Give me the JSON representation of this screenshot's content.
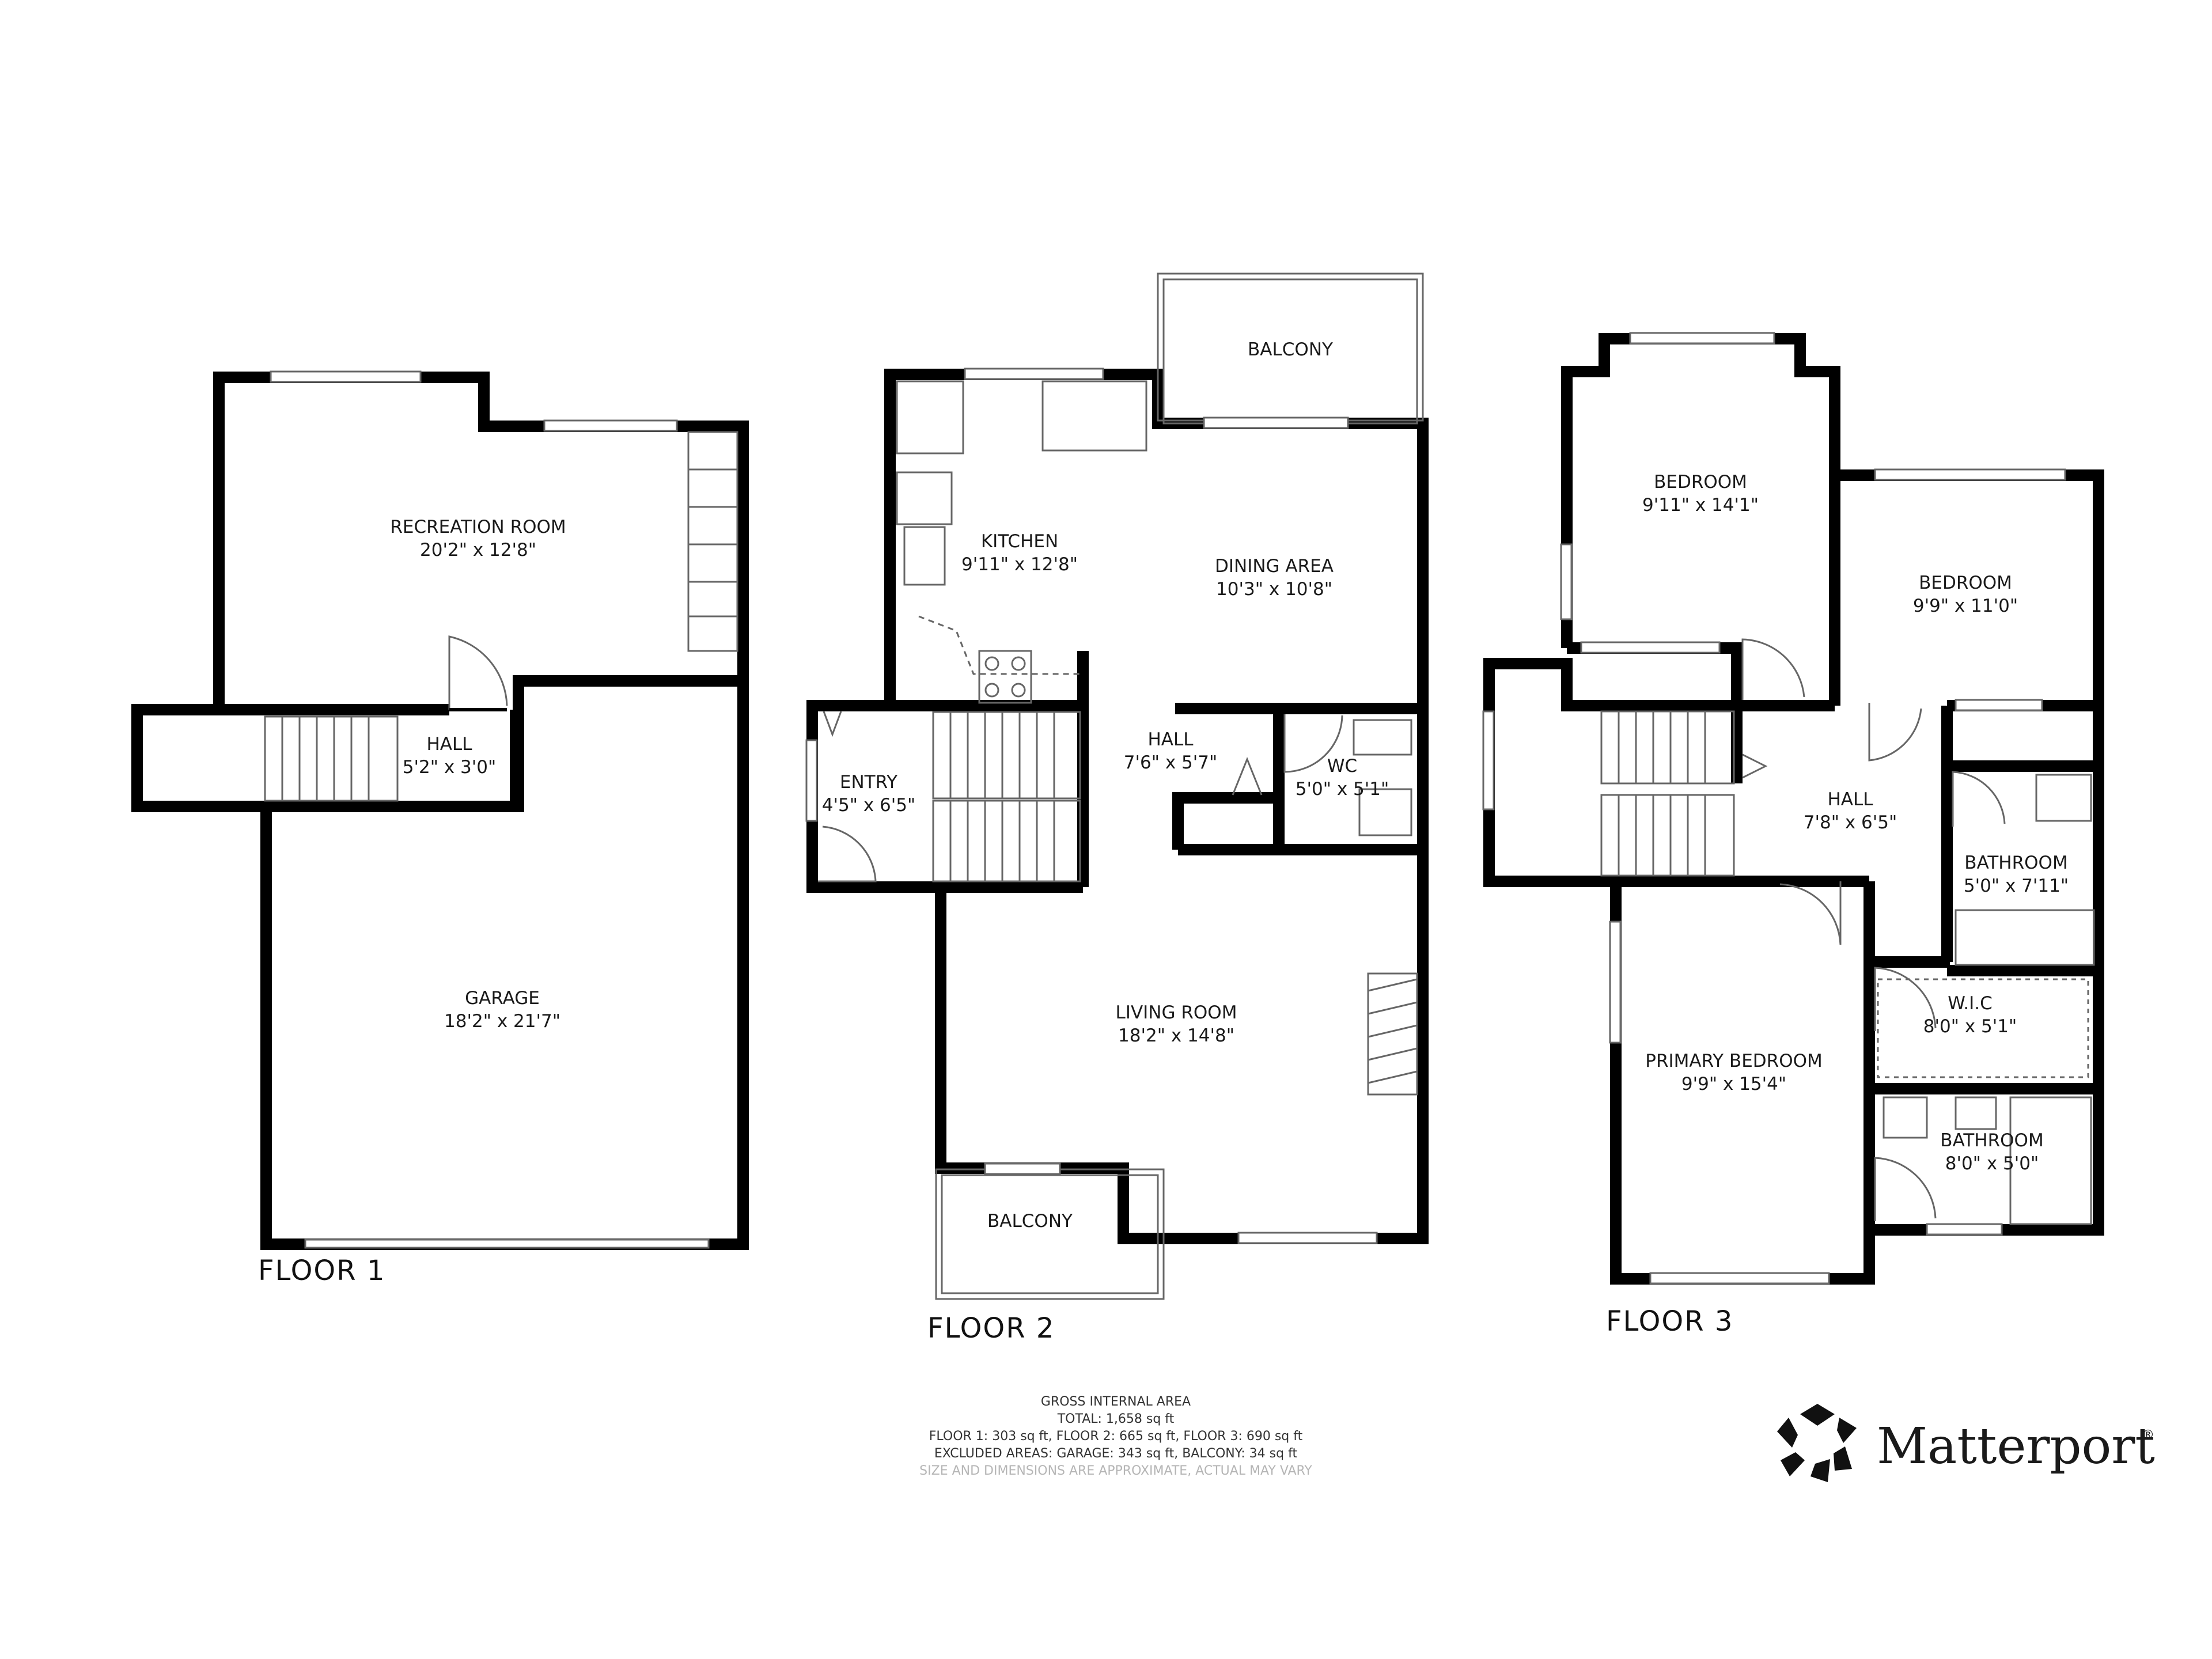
{
  "floors": [
    {
      "label": "FLOOR 1",
      "rooms": [
        {
          "name": "RECREATION ROOM",
          "size": "20'2\" x 12'8\""
        },
        {
          "name": "HALL",
          "size": "5'2\" x 3'0\""
        },
        {
          "name": "GARAGE",
          "size": "18'2\" x 21'7\""
        }
      ]
    },
    {
      "label": "FLOOR 2",
      "rooms": [
        {
          "name": "BALCONY",
          "size": ""
        },
        {
          "name": "KITCHEN",
          "size": "9'11\" x 12'8\""
        },
        {
          "name": "DINING AREA",
          "size": "10'3\" x 10'8\""
        },
        {
          "name": "HALL",
          "size": "7'6\" x 5'7\""
        },
        {
          "name": "ENTRY",
          "size": "4'5\" x 6'5\""
        },
        {
          "name": "WC",
          "size": "5'0\" x 5'1\""
        },
        {
          "name": "LIVING ROOM",
          "size": "18'2\" x 14'8\""
        },
        {
          "name": "BALCONY",
          "size": ""
        }
      ]
    },
    {
      "label": "FLOOR 3",
      "rooms": [
        {
          "name": "BEDROOM",
          "size": "9'11\" x 14'1\""
        },
        {
          "name": "BEDROOM",
          "size": "9'9\" x 11'0\""
        },
        {
          "name": "HALL",
          "size": "7'8\" x 6'5\""
        },
        {
          "name": "BATHROOM",
          "size": "5'0\" x 7'11\""
        },
        {
          "name": "W.I.C",
          "size": "8'0\" x 5'1\""
        },
        {
          "name": "PRIMARY BEDROOM",
          "size": "9'9\" x 15'4\""
        },
        {
          "name": "BATHROOM",
          "size": "8'0\" x 5'0\""
        }
      ]
    }
  ],
  "area_note": {
    "title": "GROSS INTERNAL AREA",
    "total": "TOTAL: 1,658 sq ft",
    "floors": "FLOOR 1: 303 sq ft, FLOOR 2: 665 sq ft, FLOOR 3: 690 sq ft",
    "excluded": "EXCLUDED AREAS: GARAGE: 343 sq ft, BALCONY: 34 sq ft",
    "disclaimer": "SIZE AND DIMENSIONS ARE APPROXIMATE, ACTUAL MAY VARY"
  },
  "brand": {
    "name": "Matterport",
    "mark": "®",
    "logo_icon": "matterport-logo-icon"
  },
  "colors": {
    "wall": "#000000",
    "background": "#ffffff",
    "fixture": "#555555",
    "disclaimer": "#b5b5b5"
  }
}
